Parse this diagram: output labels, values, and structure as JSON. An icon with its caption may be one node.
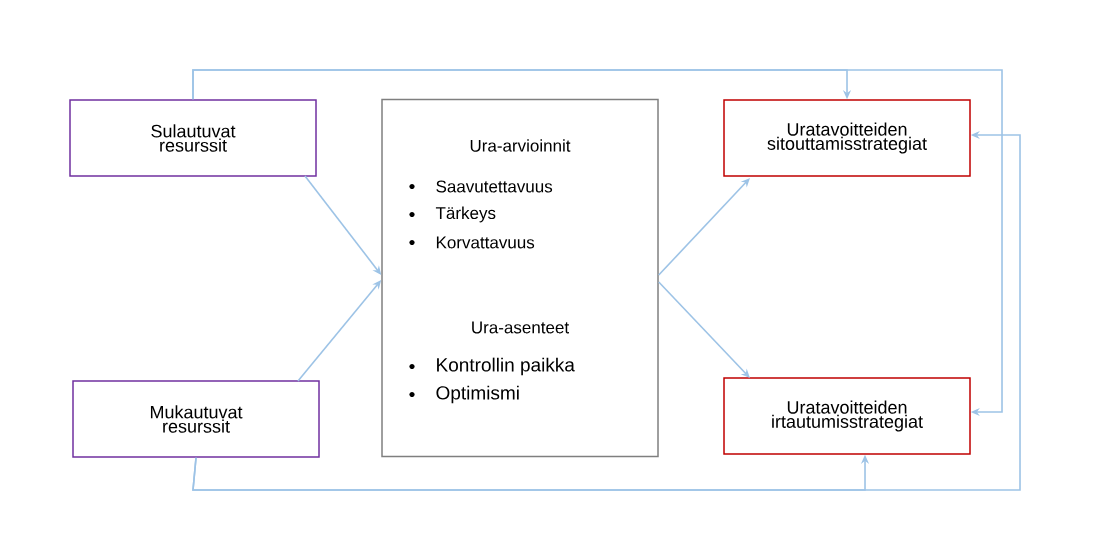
{
  "diagram": {
    "nodes": [
      {
        "text": [
          "Sulautuvat resurssit"
        ]
      },
      {
        "text": [
          "Mukautuvat resurssit"
        ]
      },
      {
        "text": [
          "Ura-arvioinnit",
          "Saavutettavuus",
          "Tärkeys",
          "Korvattavuus",
          "Ura-asenteet",
          "Kontrollin paikka",
          "Optimismi"
        ]
      },
      {
        "text": [
          "Uratavoitteiden sitouttamisstrategiat"
        ]
      },
      {
        "text": [
          "Uratavoitteiden irtautumisstrategiat"
        ]
      }
    ],
    "edges": [
      {
        "from": 0,
        "to": 2,
        "arrow": "to"
      },
      {
        "from": 1,
        "to": 2,
        "arrow": "to"
      },
      {
        "from": 2,
        "to": 3,
        "arrow": "to"
      },
      {
        "from": 2,
        "to": 4,
        "arrow": "to"
      },
      {
        "from": 0,
        "to": 3,
        "arrow": "to"
      },
      {
        "from": 0,
        "to": 4,
        "arrow": "to"
      },
      {
        "from": 1,
        "to": 4,
        "arrow": "to"
      },
      {
        "from": 1,
        "to": 3,
        "arrow": "to"
      }
    ]
  }
}
